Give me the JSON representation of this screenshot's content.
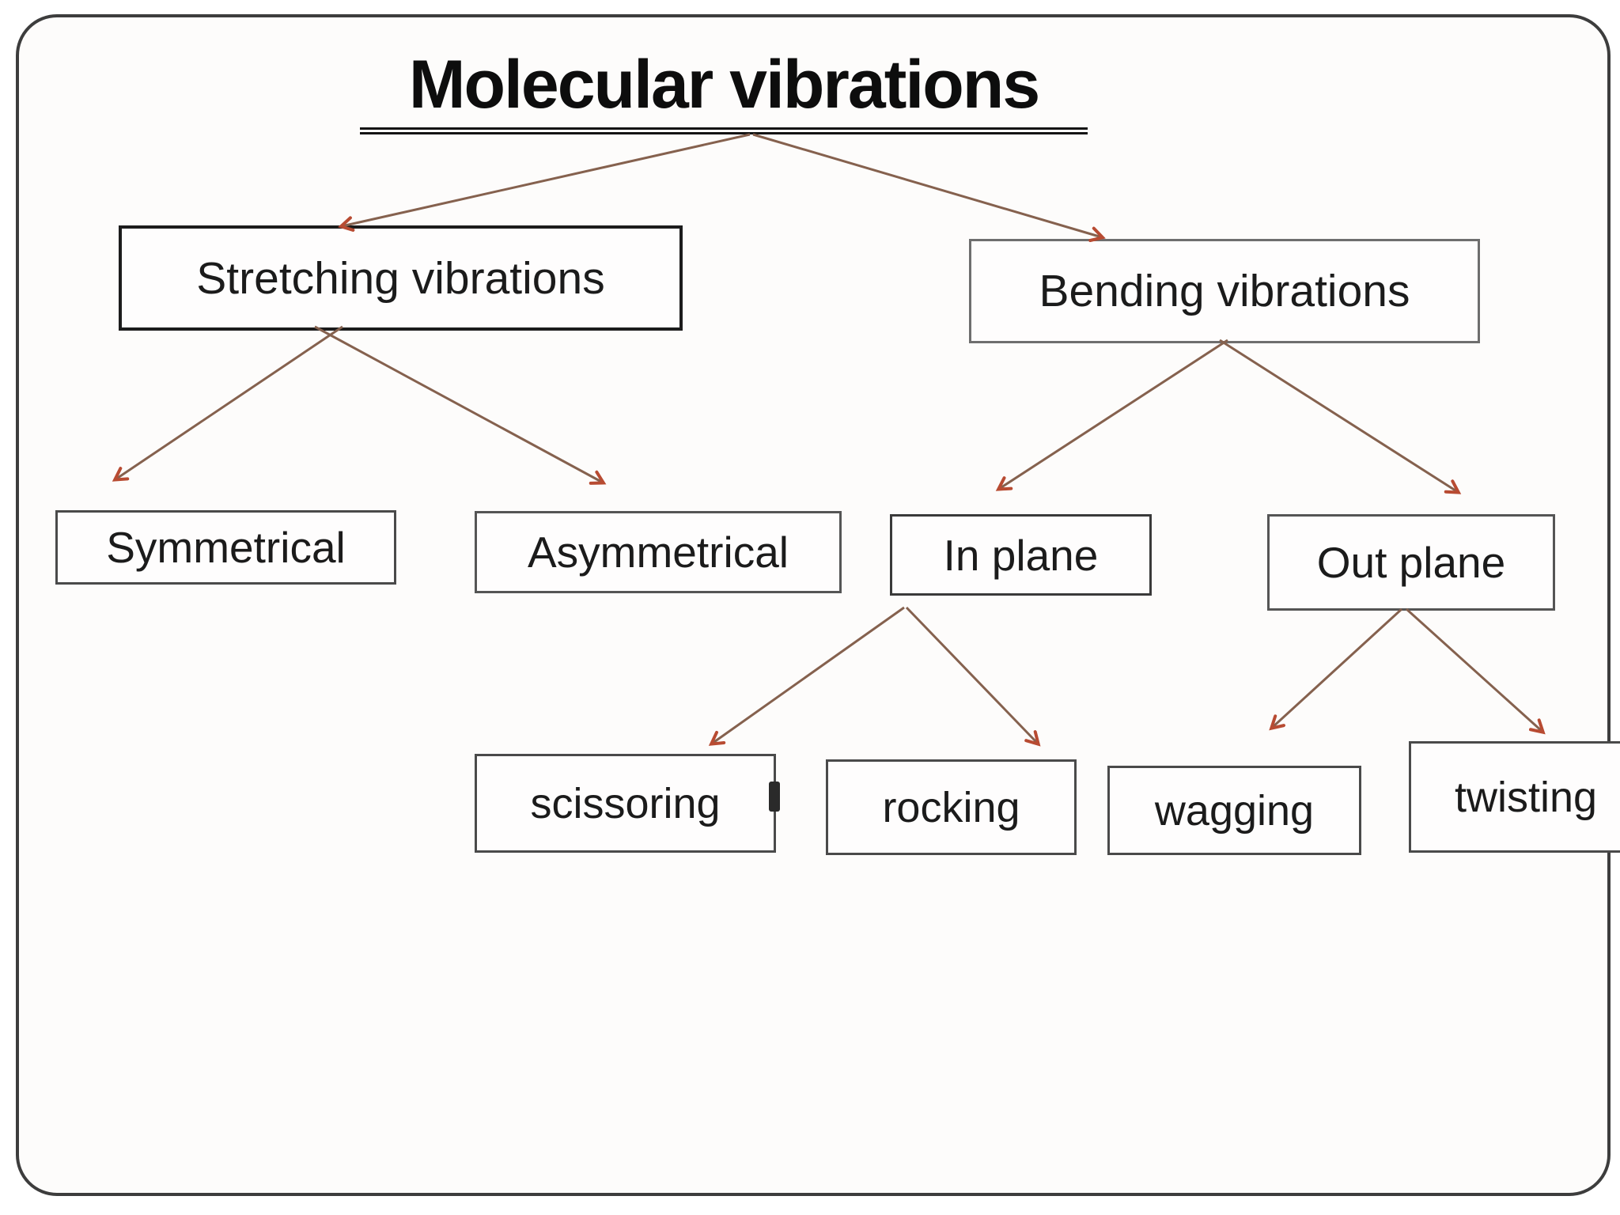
{
  "diagram": {
    "title": "Molecular vibrations",
    "type": "tree",
    "nodes": {
      "stretching": {
        "label": "Stretching vibrations"
      },
      "bending": {
        "label": "Bending vibrations"
      },
      "symmetrical": {
        "label": "Symmetrical"
      },
      "asymmetrical": {
        "label": "Asymmetrical"
      },
      "in_plane": {
        "label": "In plane"
      },
      "out_plane": {
        "label": "Out plane"
      },
      "scissoring": {
        "label": "scissoring"
      },
      "rocking": {
        "label": "rocking"
      },
      "wagging": {
        "label": "wagging"
      },
      "twisting": {
        "label": "twisting"
      }
    },
    "hierarchy": [
      {
        "parent": "Molecular vibrations",
        "children": [
          "Stretching vibrations",
          "Bending vibrations"
        ]
      },
      {
        "parent": "Stretching vibrations",
        "children": [
          "Symmetrical",
          "Asymmetrical"
        ]
      },
      {
        "parent": "Bending vibrations",
        "children": [
          "In plane",
          "Out plane"
        ]
      },
      {
        "parent": "In plane",
        "children": [
          "scissoring",
          "rocking"
        ]
      },
      {
        "parent": "Out plane",
        "children": [
          "wagging",
          "twisting"
        ]
      }
    ],
    "colors": {
      "arrow_line": "#85614e",
      "arrow_head": "#b84b32",
      "box_border": "#4a4a4a",
      "frame_border": "#3d3d3d",
      "text": "#1b1b1b",
      "background": "#fdfcfb"
    }
  }
}
